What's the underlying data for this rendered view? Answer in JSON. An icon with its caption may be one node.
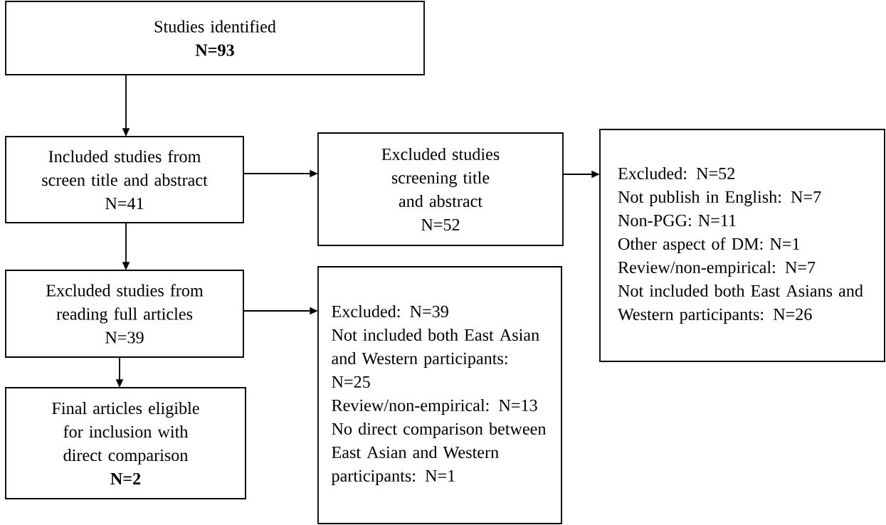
{
  "diagram": {
    "nodes": [
      {
        "text": [
          "Studies identified",
          "N=93"
        ]
      },
      {
        "text": [
          "Included studies from screen title and abstract",
          "N=41"
        ]
      },
      {
        "text": [
          "Excluded studies screening title and abstract",
          "N=52"
        ]
      },
      {
        "text": [
          "Excluded: N=52",
          "Not publish in English: N=7",
          "Non-PGG: N=11",
          "Other aspect of DM: N=1",
          "Review/non-empirical: N=7",
          "Not included both East Asians and Western participants: N=26"
        ]
      },
      {
        "text": [
          "Excluded studies from reading full articles",
          "N=39"
        ]
      },
      {
        "text": [
          "Excluded: N=39",
          "Not included both East Asian and Western participants: N=25",
          "Review/non-empirical: N=13",
          "No direct comparison between East Asian and Western participants: N=1"
        ]
      },
      {
        "text": [
          "Final articles eligible for inclusion with direct comparison",
          "N=2"
        ]
      }
    ],
    "edges": [
      {
        "from": 0,
        "to": 1,
        "arrow": "to"
      },
      {
        "from": 1,
        "to": 2,
        "arrow": "to"
      },
      {
        "from": 2,
        "to": 3,
        "arrow": "to"
      },
      {
        "from": 1,
        "to": 4,
        "arrow": "to"
      },
      {
        "from": 4,
        "to": 5,
        "arrow": "to"
      },
      {
        "from": 4,
        "to": 6,
        "arrow": "to"
      }
    ]
  }
}
